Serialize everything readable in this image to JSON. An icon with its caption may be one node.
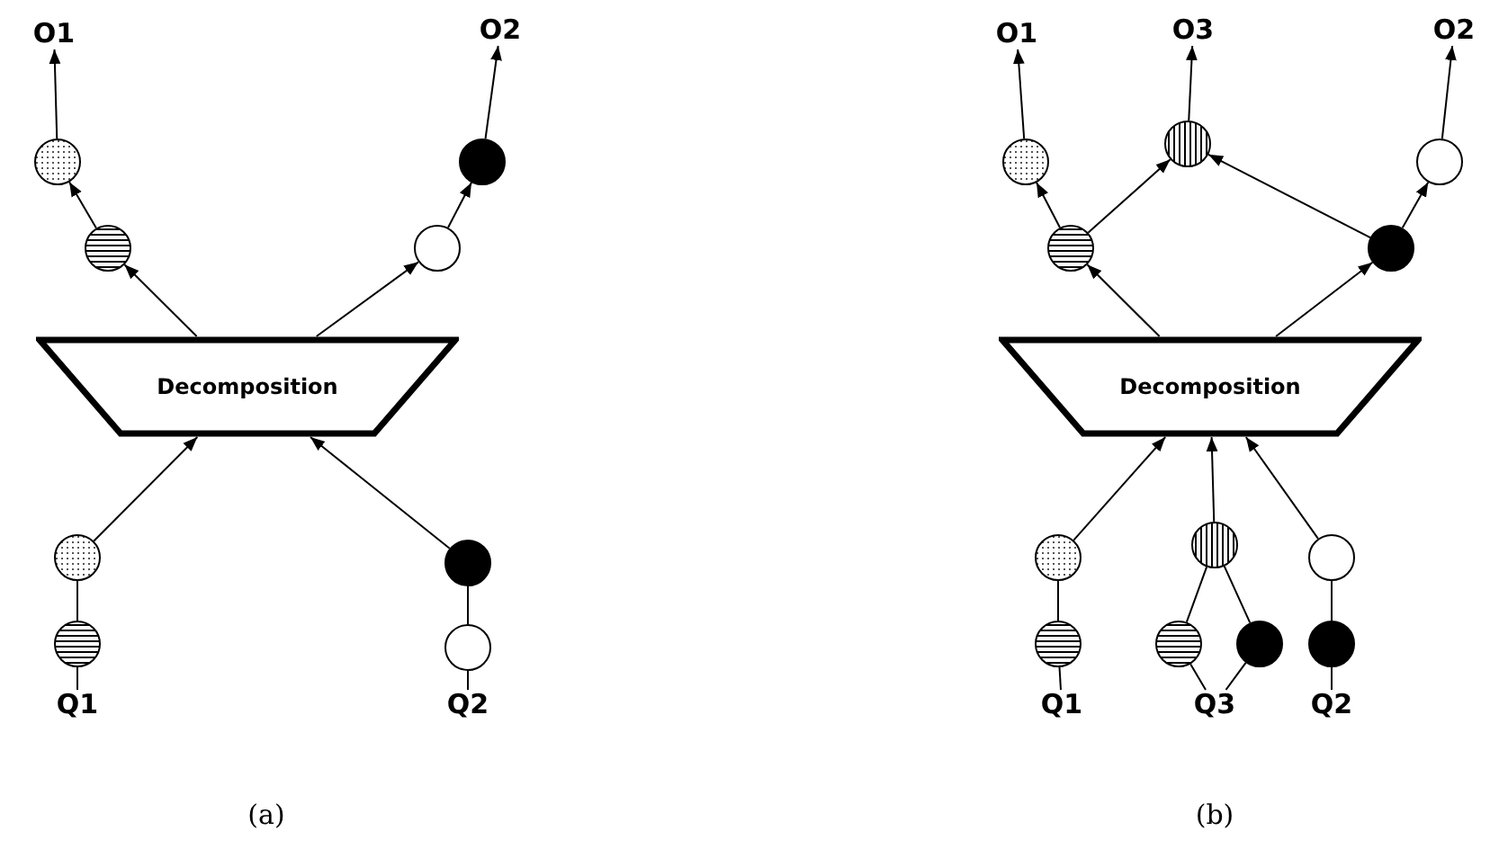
{
  "diagram": {
    "nodes": [
      {
        "text": [
          "O1"
        ]
      },
      {
        "text": [
          "O2"
        ]
      },
      {
        "text": [],
        "shape": "circle"
      },
      {
        "text": [],
        "shape": "circle"
      },
      {
        "text": [],
        "shape": "circle"
      },
      {
        "text": [],
        "shape": "circle"
      },
      {
        "text": [
          "Decomposition"
        ]
      },
      {
        "text": [],
        "shape": "circle"
      },
      {
        "text": [],
        "shape": "circle"
      },
      {
        "text": [],
        "shape": "circle"
      },
      {
        "text": [],
        "shape": "circle"
      },
      {
        "text": [
          "Q1"
        ]
      },
      {
        "text": [
          "Q2"
        ]
      },
      {
        "text": [
          "O1"
        ]
      },
      {
        "text": [
          "O3"
        ]
      },
      {
        "text": [
          "O2"
        ]
      },
      {
        "text": [],
        "shape": "circle"
      },
      {
        "text": [],
        "shape": "circle"
      },
      {
        "text": [],
        "shape": "circle"
      },
      {
        "text": [],
        "shape": "circle"
      },
      {
        "text": [],
        "shape": "circle"
      },
      {
        "text": [
          "Decomposition"
        ]
      },
      {
        "text": [],
        "shape": "circle"
      },
      {
        "text": [],
        "shape": "circle"
      },
      {
        "text": [],
        "shape": "circle"
      },
      {
        "text": [],
        "shape": "circle"
      },
      {
        "text": [],
        "shape": "circle"
      },
      {
        "text": [],
        "shape": "circle"
      },
      {
        "text": [],
        "shape": "circle"
      },
      {
        "text": [
          "Q1"
        ]
      },
      {
        "text": [
          "Q3"
        ]
      },
      {
        "text": [
          "Q2"
        ]
      }
    ],
    "edges": [
      {
        "from": 2,
        "to": 0,
        "arrow": "to"
      },
      {
        "from": 4,
        "to": 2,
        "arrow": "to"
      },
      {
        "from": 6,
        "to": 4,
        "arrow": "to"
      },
      {
        "from": 6,
        "to": 5,
        "arrow": "to"
      },
      {
        "from": 5,
        "to": 3,
        "arrow": "to"
      },
      {
        "from": 3,
        "to": 1,
        "arrow": "to"
      },
      {
        "from": 7,
        "to": 6,
        "arrow": "to"
      },
      {
        "from": 8,
        "to": 6,
        "arrow": "to"
      },
      {
        "from": 7,
        "to": 9,
        "arrow": "none"
      },
      {
        "from": 9,
        "to": 11,
        "arrow": "none"
      },
      {
        "from": 8,
        "to": 10,
        "arrow": "none"
      },
      {
        "from": 10,
        "to": 12,
        "arrow": "none"
      },
      {
        "from": 16,
        "to": 13,
        "arrow": "to"
      },
      {
        "from": 19,
        "to": 16,
        "arrow": "to"
      },
      {
        "from": 19,
        "to": 17,
        "arrow": "to"
      },
      {
        "from": 17,
        "to": 14,
        "arrow": "to"
      },
      {
        "from": 20,
        "to": 17,
        "arrow": "to"
      },
      {
        "from": 20,
        "to": 18,
        "arrow": "to"
      },
      {
        "from": 18,
        "to": 15,
        "arrow": "to"
      },
      {
        "from": 21,
        "to": 19,
        "arrow": "to"
      },
      {
        "from": 21,
        "to": 20,
        "arrow": "to"
      },
      {
        "from": 22,
        "to": 21,
        "arrow": "to"
      },
      {
        "from": 23,
        "to": 21,
        "arrow": "to"
      },
      {
        "from": 24,
        "to": 21,
        "arrow": "to"
      },
      {
        "from": 22,
        "to": 25,
        "arrow": "none"
      },
      {
        "from": 25,
        "to": 29,
        "arrow": "none"
      },
      {
        "from": 23,
        "to": 26,
        "arrow": "none"
      },
      {
        "from": 23,
        "to": 27,
        "arrow": "none"
      },
      {
        "from": 26,
        "to": 30,
        "arrow": "none"
      },
      {
        "from": 27,
        "to": 30,
        "arrow": "none"
      },
      {
        "from": 24,
        "to": 28,
        "arrow": "none"
      },
      {
        "from": 28,
        "to": 31,
        "arrow": "none"
      }
    ],
    "labels": [
      "(a)",
      "(b)"
    ]
  }
}
